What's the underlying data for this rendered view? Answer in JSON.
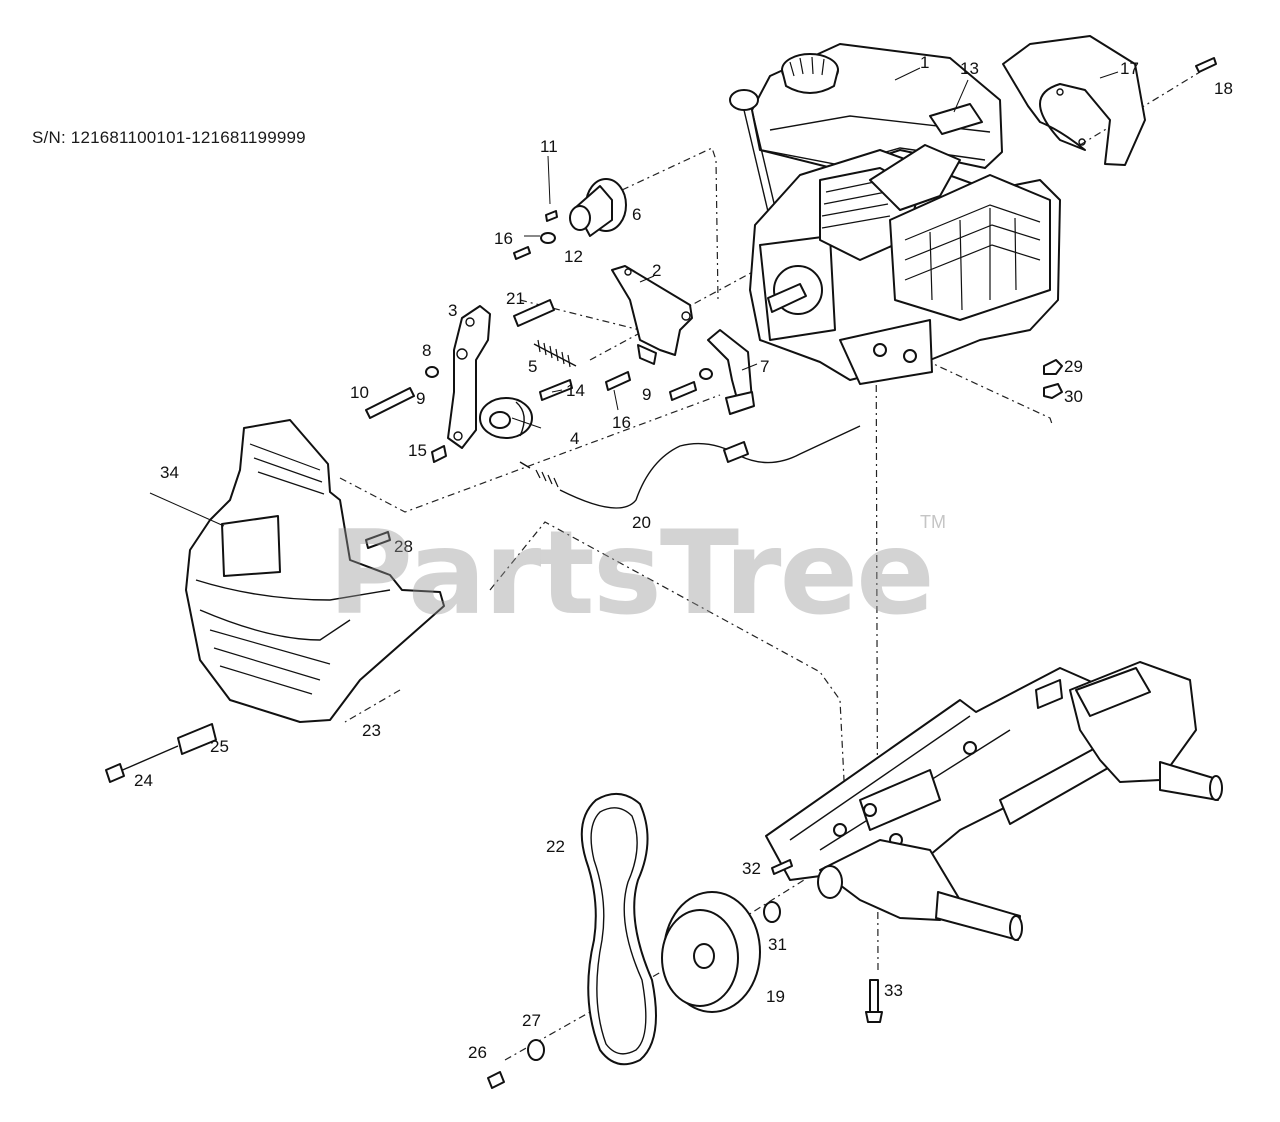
{
  "serial_range": "S/N: 121681100101-121681199999",
  "watermark": "PartsTree",
  "trademark": "TM",
  "callouts": [
    {
      "id": "1",
      "label": "1"
    },
    {
      "id": "2",
      "label": "2"
    },
    {
      "id": "3",
      "label": "3"
    },
    {
      "id": "4",
      "label": "4"
    },
    {
      "id": "5",
      "label": "5"
    },
    {
      "id": "6",
      "label": "6"
    },
    {
      "id": "7",
      "label": "7"
    },
    {
      "id": "8",
      "label": "8"
    },
    {
      "id": "9a",
      "label": "9"
    },
    {
      "id": "9b",
      "label": "9"
    },
    {
      "id": "10",
      "label": "10"
    },
    {
      "id": "11",
      "label": "11"
    },
    {
      "id": "12",
      "label": "12"
    },
    {
      "id": "13",
      "label": "13"
    },
    {
      "id": "14",
      "label": "14"
    },
    {
      "id": "15",
      "label": "15"
    },
    {
      "id": "16a",
      "label": "16"
    },
    {
      "id": "16b",
      "label": "16"
    },
    {
      "id": "17",
      "label": "17"
    },
    {
      "id": "18",
      "label": "18"
    },
    {
      "id": "19",
      "label": "19"
    },
    {
      "id": "20",
      "label": "20"
    },
    {
      "id": "21",
      "label": "21"
    },
    {
      "id": "22",
      "label": "22"
    },
    {
      "id": "23",
      "label": "23"
    },
    {
      "id": "24",
      "label": "24"
    },
    {
      "id": "25",
      "label": "25"
    },
    {
      "id": "26",
      "label": "26"
    },
    {
      "id": "27",
      "label": "27"
    },
    {
      "id": "28",
      "label": "28"
    },
    {
      "id": "29",
      "label": "29"
    },
    {
      "id": "30",
      "label": "30"
    },
    {
      "id": "31",
      "label": "31"
    },
    {
      "id": "32",
      "label": "32"
    },
    {
      "id": "33",
      "label": "33"
    },
    {
      "id": "34",
      "label": "34"
    }
  ]
}
